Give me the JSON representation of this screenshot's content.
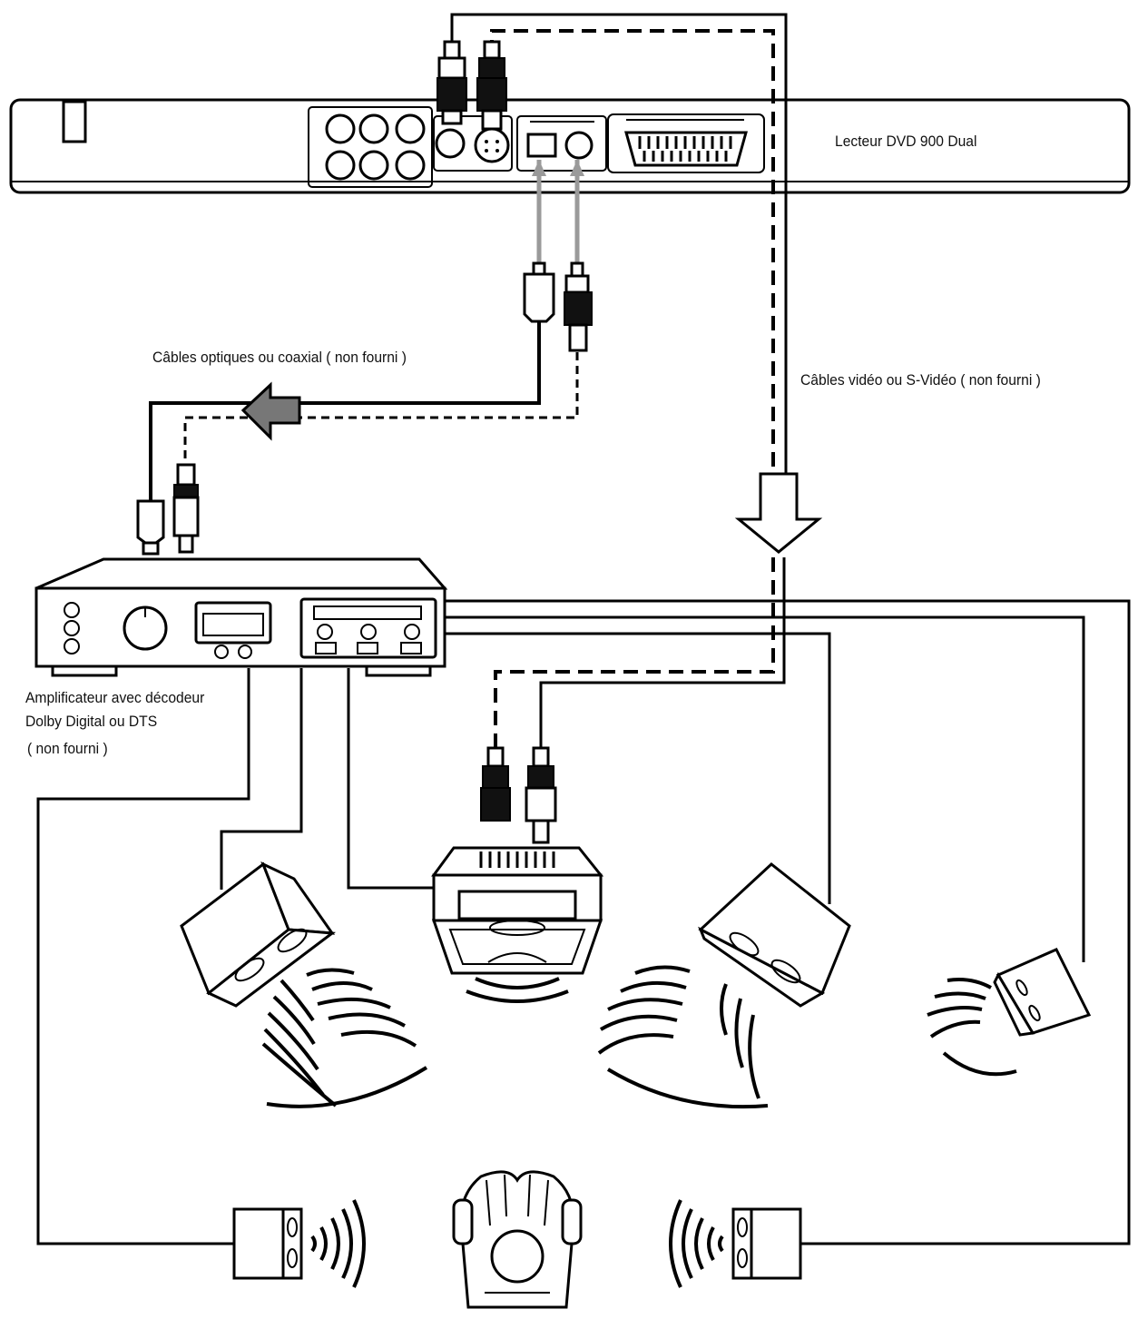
{
  "labels": {
    "dvd_player": "Lecteur DVD 900  Dual",
    "optical_coax_cables": "Câbles optiques ou coaxial ( non fourni )",
    "video_cables": "Câbles vidéo ou S-Vidéo ( non fourni )",
    "amplifier_line1": "Amplificateur avec décodeur",
    "amplifier_line2": "Dolby Digital ou DTS",
    "amplifier_line3": "( non fourni )"
  },
  "colors": {
    "line": "#000000",
    "arrow_fill": "#777777",
    "fiber": "#9a9a9a",
    "background": "#ffffff"
  }
}
